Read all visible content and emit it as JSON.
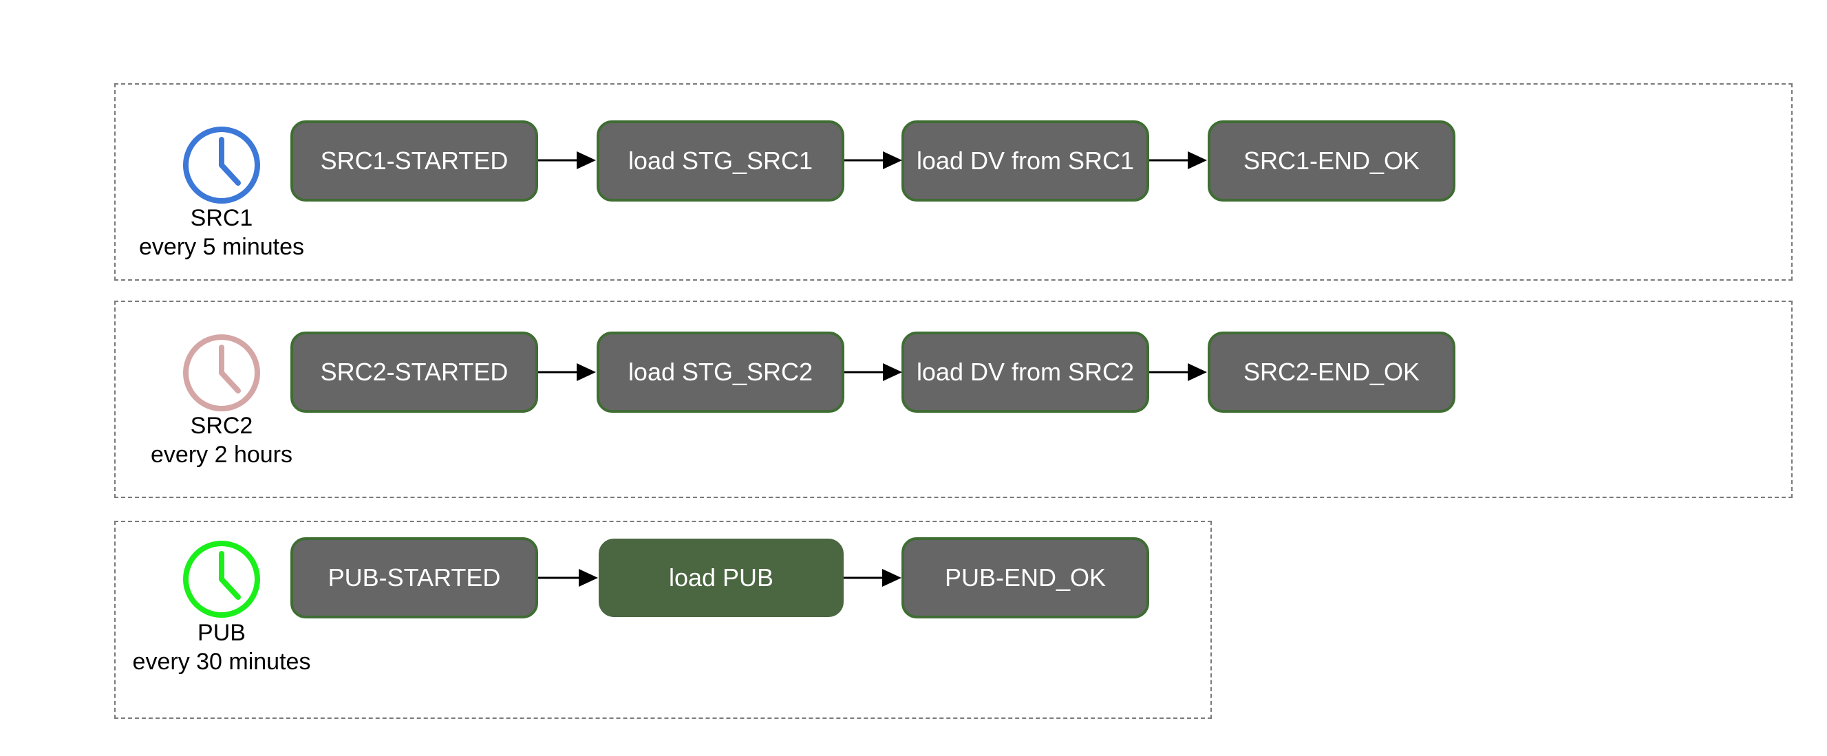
{
  "lanes": [
    {
      "id": "src1",
      "schedule_name": "SRC1",
      "schedule_interval": "every 5 minutes",
      "clock_color": "#3c78d8",
      "steps": [
        {
          "label": "SRC1-STARTED",
          "state": "grey"
        },
        {
          "label": "load STG_SRC1",
          "state": "grey"
        },
        {
          "label": "load DV from SRC1",
          "state": "grey"
        },
        {
          "label": "SRC1-END_OK",
          "state": "grey"
        }
      ]
    },
    {
      "id": "src2",
      "schedule_name": "SRC2",
      "schedule_interval": "every 2 hours",
      "clock_color": "#d5a6a6",
      "steps": [
        {
          "label": "SRC2-STARTED",
          "state": "grey"
        },
        {
          "label": "load STG_SRC2",
          "state": "grey"
        },
        {
          "label": "load DV from SRC2",
          "state": "grey"
        },
        {
          "label": "SRC2-END_OK",
          "state": "grey"
        }
      ]
    },
    {
      "id": "pub",
      "schedule_name": "PUB",
      "schedule_interval": "every 30 minutes",
      "clock_color": "#1aef1a",
      "steps": [
        {
          "label": "PUB-STARTED",
          "state": "grey"
        },
        {
          "label": "load PUB",
          "state": "active"
        },
        {
          "label": "PUB-END_OK",
          "state": "grey"
        }
      ]
    }
  ],
  "colors": {
    "node_fill": "#666666",
    "node_border": "#3f6d33",
    "node_active_fill": "#4a6741",
    "lane_border": "#7a7a7a",
    "arrow": "#000000"
  }
}
